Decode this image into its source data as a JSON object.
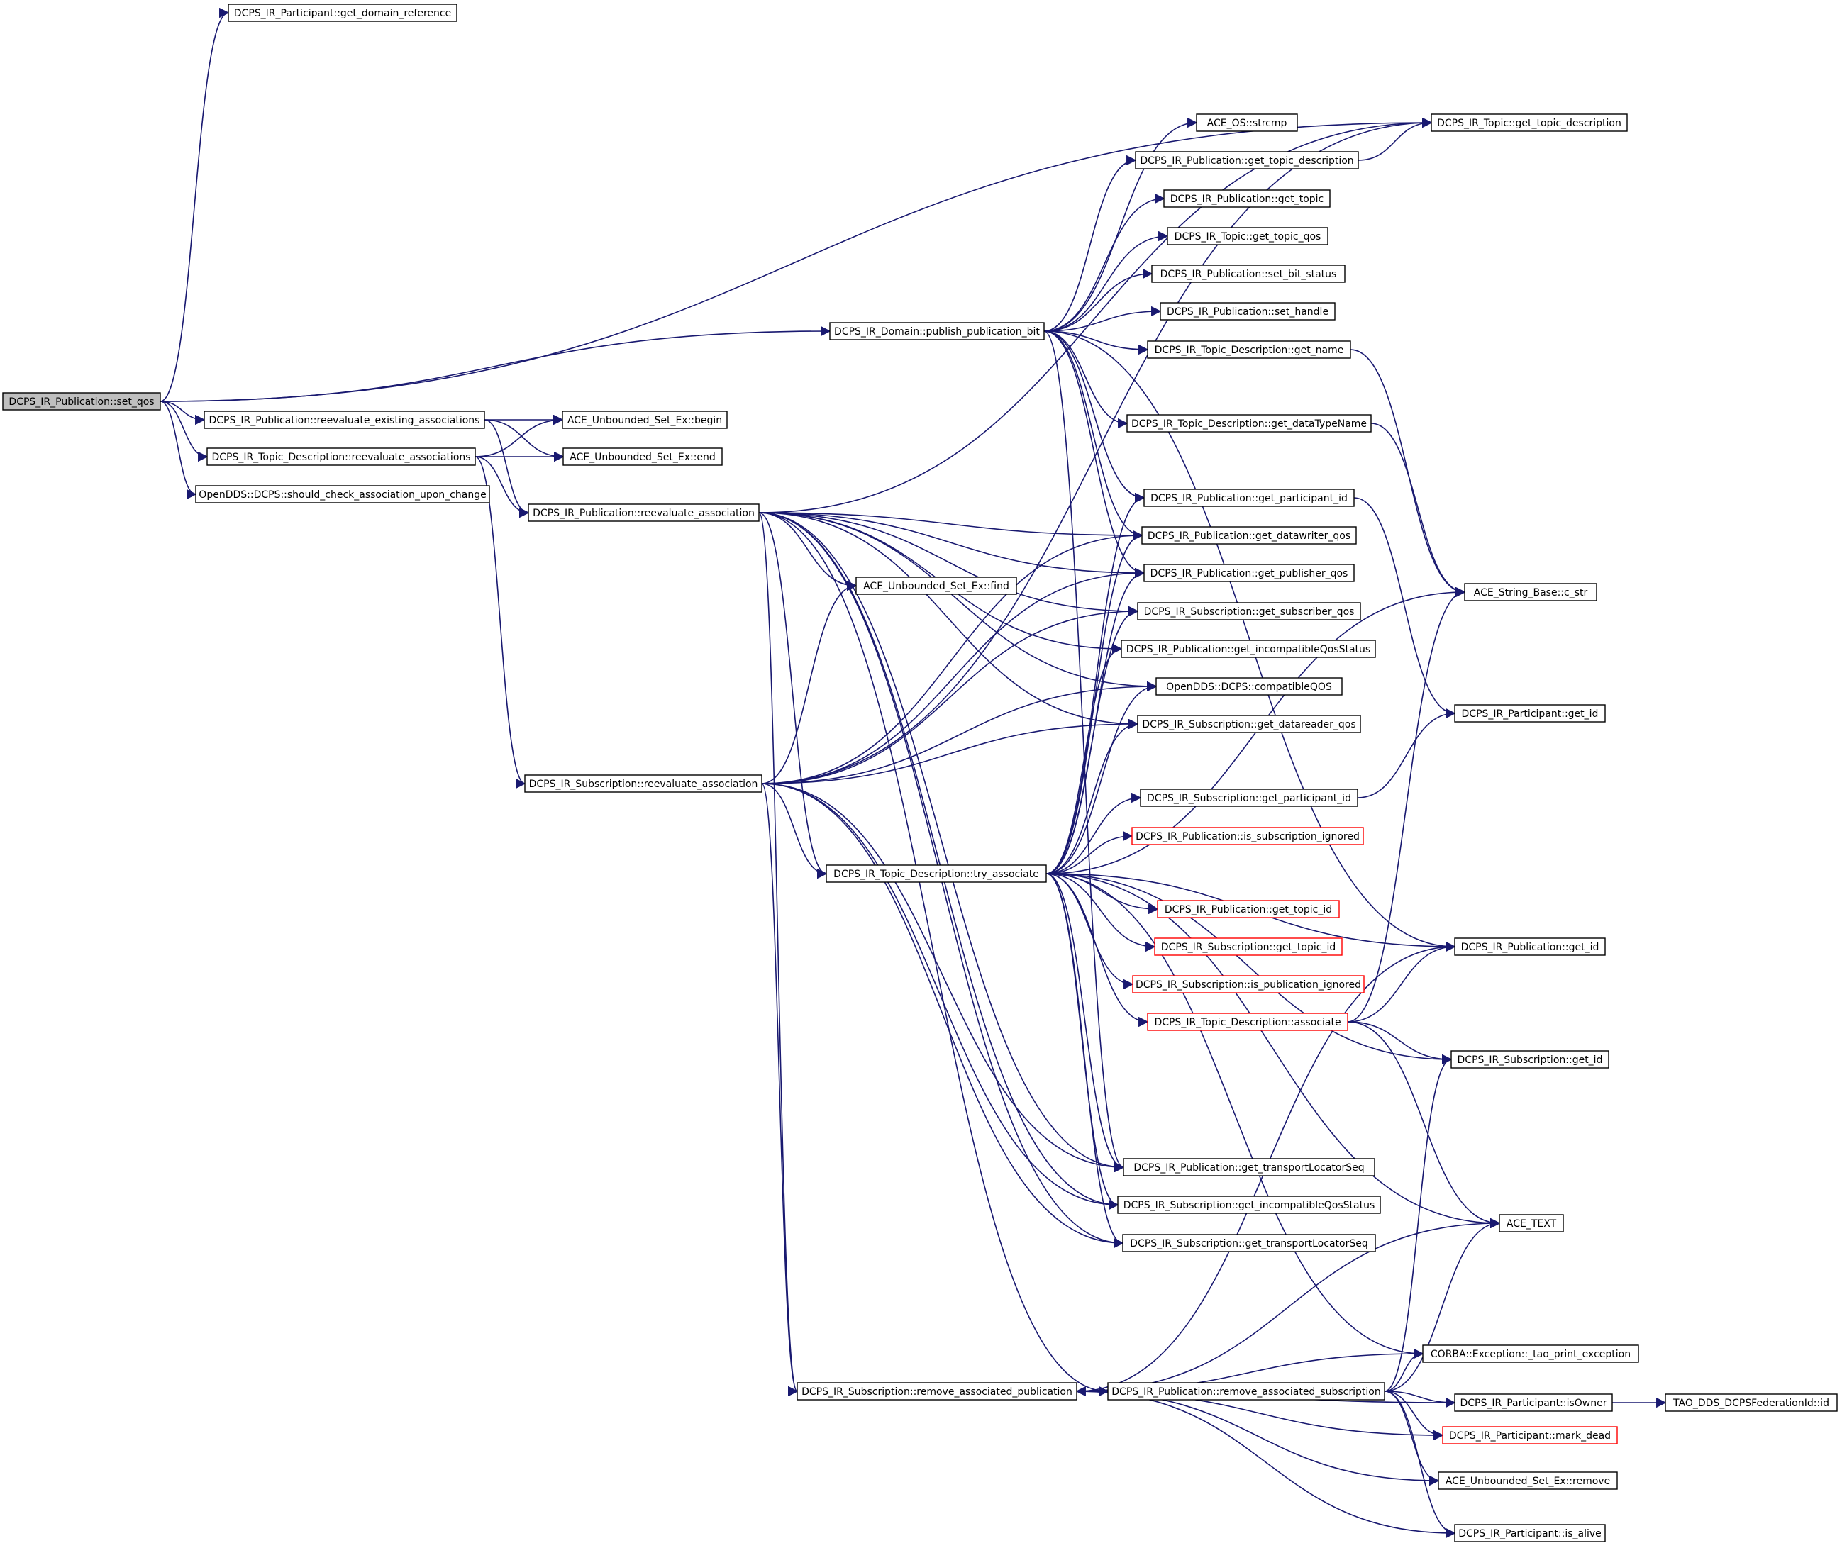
{
  "colors": {
    "edge": "#191970",
    "node_border": "#000000",
    "node_border_incomplete": "#ff0000",
    "root_fill": "#bfbfbf",
    "node_fill": "#ffffff"
  },
  "nodes": [
    {
      "id": "set_qos",
      "label": "DCPS_IR_Publication::set_qos",
      "style": "root"
    },
    {
      "id": "get_domain_reference",
      "label": "DCPS_IR_Participant::get_domain_reference",
      "style": "normal"
    },
    {
      "id": "topic_get_topic_description",
      "label": "DCPS_IR_Topic::get_topic_description",
      "style": "normal"
    },
    {
      "id": "strcmp",
      "label": "ACE_OS::strcmp",
      "style": "normal"
    },
    {
      "id": "pub_get_topic_description",
      "label": "DCPS_IR_Publication::get_topic_description",
      "style": "normal"
    },
    {
      "id": "pub_get_topic",
      "label": "DCPS_IR_Publication::get_topic",
      "style": "normal"
    },
    {
      "id": "topic_get_topic_qos",
      "label": "DCPS_IR_Topic::get_topic_qos",
      "style": "normal"
    },
    {
      "id": "pub_set_bit_status",
      "label": "DCPS_IR_Publication::set_bit_status",
      "style": "normal"
    },
    {
      "id": "pub_set_handle",
      "label": "DCPS_IR_Publication::set_handle",
      "style": "normal"
    },
    {
      "id": "publish_publication_bit",
      "label": "DCPS_IR_Domain::publish_publication_bit",
      "style": "normal"
    },
    {
      "id": "td_get_name",
      "label": "DCPS_IR_Topic_Description::get_name",
      "style": "normal"
    },
    {
      "id": "reevaluate_existing",
      "label": "DCPS_IR_Publication::reevaluate_existing_associations",
      "style": "normal"
    },
    {
      "id": "set_begin",
      "label": "ACE_Unbounded_Set_Ex::begin",
      "style": "normal"
    },
    {
      "id": "td_get_dataTypeName",
      "label": "DCPS_IR_Topic_Description::get_dataTypeName",
      "style": "normal"
    },
    {
      "id": "td_reevaluate_associations",
      "label": "DCPS_IR_Topic_Description::reevaluate_associations",
      "style": "normal"
    },
    {
      "id": "set_end",
      "label": "ACE_Unbounded_Set_Ex::end",
      "style": "normal"
    },
    {
      "id": "should_check",
      "label": "OpenDDS::DCPS::should_check_association_upon_change",
      "style": "normal"
    },
    {
      "id": "pub_get_participant_id",
      "label": "DCPS_IR_Publication::get_participant_id",
      "style": "normal"
    },
    {
      "id": "pub_reevaluate_association",
      "label": "DCPS_IR_Publication::reevaluate_association",
      "style": "normal"
    },
    {
      "id": "pub_get_datawriter_qos",
      "label": "DCPS_IR_Publication::get_datawriter_qos",
      "style": "normal"
    },
    {
      "id": "pub_get_publisher_qos",
      "label": "DCPS_IR_Publication::get_publisher_qos",
      "style": "normal"
    },
    {
      "id": "set_find",
      "label": "ACE_Unbounded_Set_Ex::find",
      "style": "normal"
    },
    {
      "id": "c_str",
      "label": "ACE_String_Base::c_str",
      "style": "normal"
    },
    {
      "id": "sub_get_subscriber_qos",
      "label": "DCPS_IR_Subscription::get_subscriber_qos",
      "style": "normal"
    },
    {
      "id": "pub_get_incompatibleQosStatus",
      "label": "DCPS_IR_Publication::get_incompatibleQosStatus",
      "style": "normal"
    },
    {
      "id": "compatibleQOS",
      "label": "OpenDDS::DCPS::compatibleQOS",
      "style": "normal"
    },
    {
      "id": "participant_get_id",
      "label": "DCPS_IR_Participant::get_id",
      "style": "normal"
    },
    {
      "id": "sub_get_datareader_qos",
      "label": "DCPS_IR_Subscription::get_datareader_qos",
      "style": "normal"
    },
    {
      "id": "sub_reevaluate_association",
      "label": "DCPS_IR_Subscription::reevaluate_association",
      "style": "normal"
    },
    {
      "id": "sub_get_participant_id",
      "label": "DCPS_IR_Subscription::get_participant_id",
      "style": "normal"
    },
    {
      "id": "pub_is_subscription_ignored",
      "label": "DCPS_IR_Publication::is_subscription_ignored",
      "style": "red"
    },
    {
      "id": "td_try_associate",
      "label": "DCPS_IR_Topic_Description::try_associate",
      "style": "normal"
    },
    {
      "id": "pub_get_topic_id",
      "label": "DCPS_IR_Publication::get_topic_id",
      "style": "red"
    },
    {
      "id": "pub_get_id",
      "label": "DCPS_IR_Publication::get_id",
      "style": "normal"
    },
    {
      "id": "sub_get_topic_id",
      "label": "DCPS_IR_Subscription::get_topic_id",
      "style": "red"
    },
    {
      "id": "sub_is_publication_ignored",
      "label": "DCPS_IR_Subscription::is_publication_ignored",
      "style": "red"
    },
    {
      "id": "td_associate",
      "label": "DCPS_IR_Topic_Description::associate",
      "style": "red"
    },
    {
      "id": "sub_get_id",
      "label": "DCPS_IR_Subscription::get_id",
      "style": "normal"
    },
    {
      "id": "pub_get_transportLocatorSeq",
      "label": "DCPS_IR_Publication::get_transportLocatorSeq",
      "style": "normal"
    },
    {
      "id": "sub_get_incompatibleQosStatus",
      "label": "DCPS_IR_Subscription::get_incompatibleQosStatus",
      "style": "normal"
    },
    {
      "id": "ace_text",
      "label": "ACE_TEXT",
      "style": "normal"
    },
    {
      "id": "sub_get_transportLocatorSeq",
      "label": "DCPS_IR_Subscription::get_transportLocatorSeq",
      "style": "normal"
    },
    {
      "id": "tao_print_exception",
      "label": "CORBA::Exception::_tao_print_exception",
      "style": "normal"
    },
    {
      "id": "sub_remove_associated_publication",
      "label": "DCPS_IR_Subscription::remove_associated_publication",
      "style": "normal"
    },
    {
      "id": "pub_remove_associated_subscription",
      "label": "DCPS_IR_Publication::remove_associated_subscription",
      "style": "normal"
    },
    {
      "id": "participant_isOwner",
      "label": "DCPS_IR_Participant::isOwner",
      "style": "normal"
    },
    {
      "id": "federation_id",
      "label": "TAO_DDS_DCPSFederationId::id",
      "style": "normal"
    },
    {
      "id": "participant_mark_dead",
      "label": "DCPS_IR_Participant::mark_dead",
      "style": "red"
    },
    {
      "id": "set_remove",
      "label": "ACE_Unbounded_Set_Ex::remove",
      "style": "normal"
    },
    {
      "id": "participant_is_alive",
      "label": "DCPS_IR_Participant::is_alive",
      "style": "normal"
    }
  ],
  "edges": [
    [
      "set_qos",
      "get_domain_reference"
    ],
    [
      "set_qos",
      "topic_get_topic_description"
    ],
    [
      "set_qos",
      "publish_publication_bit"
    ],
    [
      "set_qos",
      "reevaluate_existing"
    ],
    [
      "set_qos",
      "td_reevaluate_associations"
    ],
    [
      "set_qos",
      "should_check"
    ],
    [
      "publish_publication_bit",
      "strcmp"
    ],
    [
      "publish_publication_bit",
      "pub_get_topic_description"
    ],
    [
      "publish_publication_bit",
      "pub_get_topic"
    ],
    [
      "publish_publication_bit",
      "topic_get_topic_qos"
    ],
    [
      "publish_publication_bit",
      "pub_set_bit_status"
    ],
    [
      "publish_publication_bit",
      "pub_set_handle"
    ],
    [
      "publish_publication_bit",
      "td_get_name"
    ],
    [
      "publish_publication_bit",
      "td_get_dataTypeName"
    ],
    [
      "publish_publication_bit",
      "pub_get_participant_id"
    ],
    [
      "publish_publication_bit",
      "pub_get_datawriter_qos"
    ],
    [
      "publish_publication_bit",
      "pub_get_publisher_qos"
    ],
    [
      "publish_publication_bit",
      "pub_get_id"
    ],
    [
      "publish_publication_bit",
      "pub_get_transportLocatorSeq"
    ],
    [
      "pub_get_topic_description",
      "topic_get_topic_description"
    ],
    [
      "td_get_name",
      "c_str"
    ],
    [
      "td_get_dataTypeName",
      "c_str"
    ],
    [
      "pub_get_participant_id",
      "participant_get_id"
    ],
    [
      "reevaluate_existing",
      "set_begin"
    ],
    [
      "reevaluate_existing",
      "set_end"
    ],
    [
      "reevaluate_existing",
      "pub_reevaluate_association"
    ],
    [
      "td_reevaluate_associations",
      "set_begin"
    ],
    [
      "td_reevaluate_associations",
      "set_end"
    ],
    [
      "td_reevaluate_associations",
      "pub_reevaluate_association"
    ],
    [
      "td_reevaluate_associations",
      "sub_reevaluate_association"
    ],
    [
      "pub_reevaluate_association",
      "topic_get_topic_description"
    ],
    [
      "pub_reevaluate_association",
      "set_find"
    ],
    [
      "pub_reevaluate_association",
      "pub_get_datawriter_qos"
    ],
    [
      "pub_reevaluate_association",
      "pub_get_publisher_qos"
    ],
    [
      "pub_reevaluate_association",
      "sub_get_subscriber_qos"
    ],
    [
      "pub_reevaluate_association",
      "pub_get_incompatibleQosStatus"
    ],
    [
      "pub_reevaluate_association",
      "compatibleQOS"
    ],
    [
      "pub_reevaluate_association",
      "sub_get_datareader_qos"
    ],
    [
      "pub_reevaluate_association",
      "td_try_associate"
    ],
    [
      "pub_reevaluate_association",
      "pub_get_transportLocatorSeq"
    ],
    [
      "pub_reevaluate_association",
      "sub_get_incompatibleQosStatus"
    ],
    [
      "pub_reevaluate_association",
      "sub_remove_associated_publication"
    ],
    [
      "pub_reevaluate_association",
      "pub_remove_associated_subscription"
    ],
    [
      "pub_reevaluate_association",
      "sub_get_transportLocatorSeq"
    ],
    [
      "sub_reevaluate_association",
      "set_find"
    ],
    [
      "sub_reevaluate_association",
      "pub_get_datawriter_qos"
    ],
    [
      "sub_reevaluate_association",
      "pub_get_publisher_qos"
    ],
    [
      "sub_reevaluate_association",
      "sub_get_subscriber_qos"
    ],
    [
      "sub_reevaluate_association",
      "compatibleQOS"
    ],
    [
      "sub_reevaluate_association",
      "sub_get_datareader_qos"
    ],
    [
      "sub_reevaluate_association",
      "td_try_associate"
    ],
    [
      "sub_reevaluate_association",
      "sub_get_incompatibleQosStatus"
    ],
    [
      "sub_reevaluate_association",
      "sub_get_transportLocatorSeq"
    ],
    [
      "sub_reevaluate_association",
      "pub_get_transportLocatorSeq"
    ],
    [
      "sub_reevaluate_association",
      "sub_remove_associated_publication"
    ],
    [
      "sub_reevaluate_association",
      "topic_get_topic_description"
    ],
    [
      "td_try_associate",
      "pub_get_participant_id"
    ],
    [
      "td_try_associate",
      "pub_get_datawriter_qos"
    ],
    [
      "td_try_associate",
      "pub_get_publisher_qos"
    ],
    [
      "td_try_associate",
      "sub_get_subscriber_qos"
    ],
    [
      "td_try_associate",
      "pub_get_incompatibleQosStatus"
    ],
    [
      "td_try_associate",
      "compatibleQOS"
    ],
    [
      "td_try_associate",
      "sub_get_datareader_qos"
    ],
    [
      "td_try_associate",
      "sub_get_participant_id"
    ],
    [
      "td_try_associate",
      "pub_is_subscription_ignored"
    ],
    [
      "td_try_associate",
      "pub_get_topic_id"
    ],
    [
      "td_try_associate",
      "sub_get_topic_id"
    ],
    [
      "td_try_associate",
      "sub_is_publication_ignored"
    ],
    [
      "td_try_associate",
      "td_associate"
    ],
    [
      "td_try_associate",
      "pub_get_id"
    ],
    [
      "td_try_associate",
      "sub_get_id"
    ],
    [
      "td_try_associate",
      "c_str"
    ],
    [
      "td_try_associate",
      "pub_get_transportLocatorSeq"
    ],
    [
      "td_try_associate",
      "sub_get_incompatibleQosStatus"
    ],
    [
      "td_try_associate",
      "sub_get_transportLocatorSeq"
    ],
    [
      "td_try_associate",
      "ace_text"
    ],
    [
      "td_try_associate",
      "tao_print_exception"
    ],
    [
      "sub_get_participant_id",
      "participant_get_id"
    ],
    [
      "td_associate",
      "pub_get_id"
    ],
    [
      "td_associate",
      "sub_get_id"
    ],
    [
      "td_associate",
      "c_str"
    ],
    [
      "td_associate",
      "ace_text"
    ],
    [
      "sub_remove_associated_publication",
      "pub_remove_associated_subscription"
    ],
    [
      "sub_remove_associated_publication",
      "pub_get_id"
    ],
    [
      "sub_remove_associated_publication",
      "ace_text"
    ],
    [
      "sub_remove_associated_publication",
      "tao_print_exception"
    ],
    [
      "sub_remove_associated_publication",
      "participant_isOwner"
    ],
    [
      "sub_remove_associated_publication",
      "participant_mark_dead"
    ],
    [
      "sub_remove_associated_publication",
      "set_remove"
    ],
    [
      "sub_remove_associated_publication",
      "participant_is_alive"
    ],
    [
      "pub_remove_associated_subscription",
      "sub_remove_associated_publication"
    ],
    [
      "pub_remove_associated_subscription",
      "sub_get_id"
    ],
    [
      "pub_remove_associated_subscription",
      "ace_text"
    ],
    [
      "pub_remove_associated_subscription",
      "tao_print_exception"
    ],
    [
      "pub_remove_associated_subscription",
      "participant_isOwner"
    ],
    [
      "pub_remove_associated_subscription",
      "participant_mark_dead"
    ],
    [
      "pub_remove_associated_subscription",
      "set_remove"
    ],
    [
      "pub_remove_associated_subscription",
      "participant_is_alive"
    ],
    [
      "participant_isOwner",
      "federation_id"
    ]
  ]
}
